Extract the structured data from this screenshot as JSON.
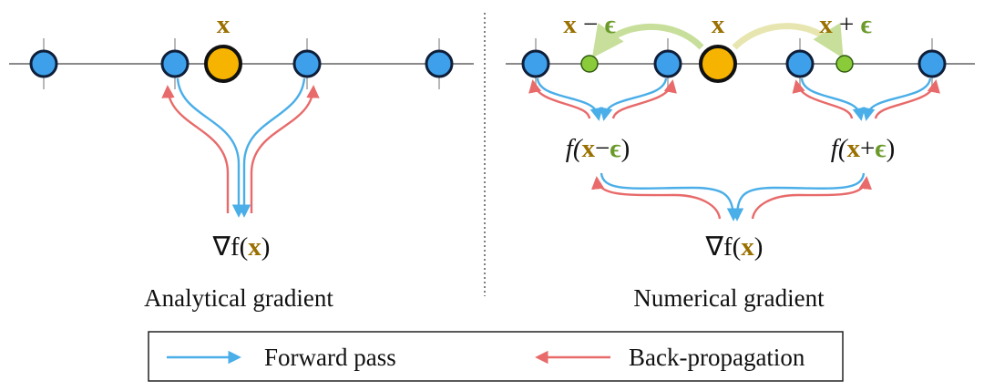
{
  "left_panel": {
    "point_label": "x",
    "gradient_label": {
      "prefix": "∇f(",
      "var": "x",
      "suffix": ")"
    },
    "caption": "Analytical gradient"
  },
  "right_panel": {
    "point_label": "x",
    "minus_label": {
      "var": "x",
      "op": " − ",
      "eps": "ϵ"
    },
    "plus_label": {
      "var": "x",
      "op": " + ",
      "eps": "ϵ"
    },
    "f_minus": {
      "prefix": "f(",
      "var": "x",
      "op": "−",
      "eps": "ϵ",
      "suffix": ")"
    },
    "f_plus": {
      "prefix": "f(",
      "var": "x",
      "op": "+",
      "eps": "ϵ",
      "suffix": ")"
    },
    "gradient_label": {
      "prefix": "∇f(",
      "var": "x",
      "suffix": ")"
    },
    "caption": "Numerical gradient"
  },
  "legend": {
    "forward": "Forward pass",
    "backward": "Back-propagation"
  },
  "colors": {
    "forward": "#4aaee8",
    "backward": "#e86a6a",
    "node": "#3ea0ea",
    "point": "#f6b400",
    "perturbed": "#8acb3a",
    "x_text": "#9a7000",
    "eps_text": "#6a9a2a"
  }
}
